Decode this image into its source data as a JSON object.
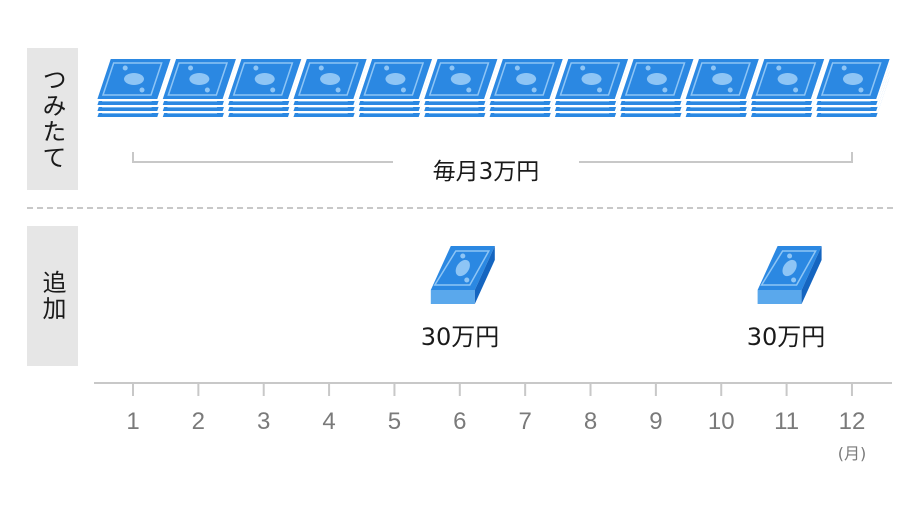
{
  "rows": {
    "tsumitate_label": "つみたて",
    "tsuika_label": "追加"
  },
  "monthly": {
    "label": "毎月3万円",
    "months": [
      1,
      2,
      3,
      4,
      5,
      6,
      7,
      8,
      9,
      10,
      11,
      12
    ]
  },
  "extra": [
    {
      "month": 6,
      "label": "30万円"
    },
    {
      "month": 11,
      "label": "30万円"
    }
  ],
  "axis": {
    "months": [
      "1",
      "2",
      "3",
      "4",
      "5",
      "6",
      "7",
      "8",
      "9",
      "10",
      "11",
      "12"
    ],
    "unit": "(月)"
  },
  "colors": {
    "bill": "#2b88e2",
    "bill_dark": "#1565c0",
    "bill_light": "#8ec5f5",
    "block_side": "#5aa8ec",
    "label_bg": "#e6e6e6",
    "axis": "#c8c8c8"
  }
}
